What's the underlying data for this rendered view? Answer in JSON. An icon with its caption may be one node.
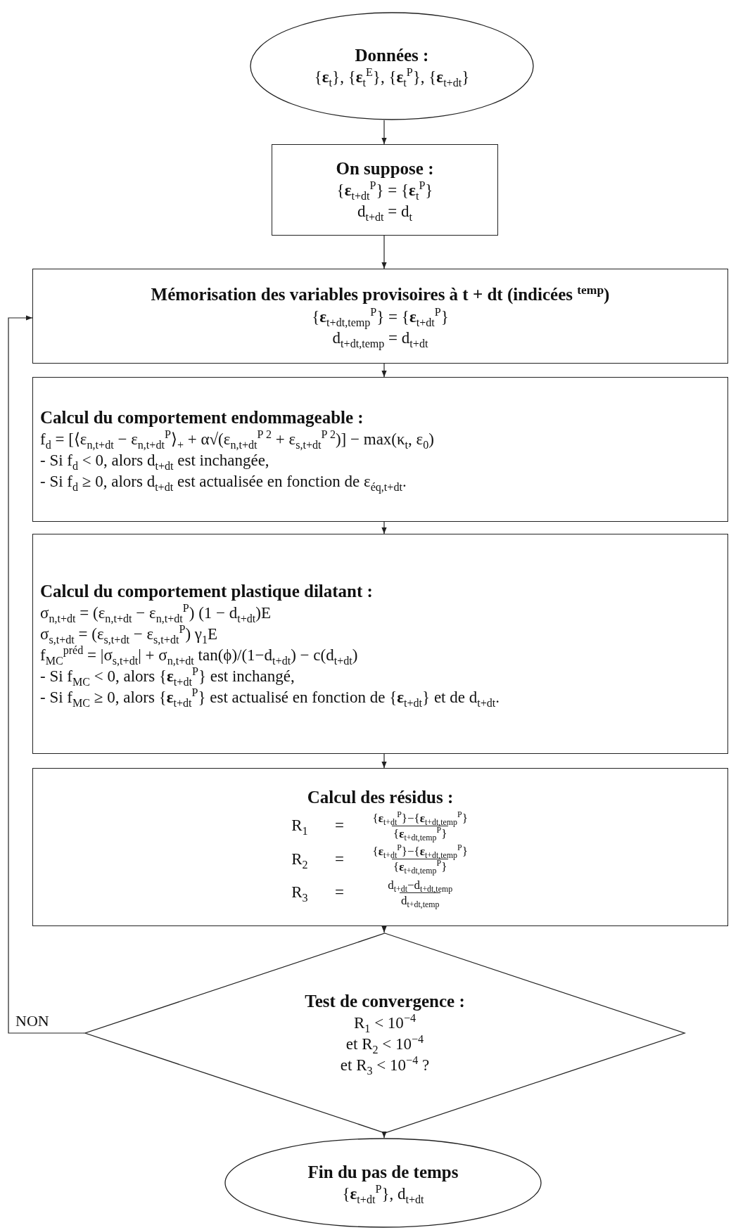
{
  "diagram": {
    "nodes": [
      {
        "text": [
          "Données :",
          "{**ε**$_{t}$}, {**ε**$_{t}$$^{E}$}, {**ε**$_{t}$$^{P}$}, {**ε**$_{t+dt}$}"
        ]
      },
      {
        "text": [
          "On suppose :",
          "{**ε**$_{t+dt}$$^{P}$} = {**ε**$_{t}$$^{P}$}",
          "d$_{t+dt}$ = d$_{t}$"
        ]
      },
      {
        "text": [
          "Mémorisation des variables provisoires à t + dt (indicées $^{temp}$)",
          "{**ε**$_{t+dt,temp}$$^{P}$} = {**ε**$_{t+dt}$$^{P}$}",
          "d$_{t+dt,temp}$ = d$_{t+dt}$"
        ]
      },
      {
        "text": [
          "Calcul du comportement endommageable :",
          "f$_{d}$ = [⟨ε$_{n,t+dt}$ − ε$_{n,t+dt}$$^{P}$⟩$_{+}$ + α√(ε$_{n,t+dt}$$^{P 2}$ + ε$_{s,t+dt}$$^{P 2}$)] − max(κ$_{t}$, ε$_{0}$)",
          "- Si f$_{d}$ < 0, alors d$_{t+dt}$ est inchangée,",
          "- Si f$_{d}$ ≥ 0, alors d$_{t+dt}$ est actualisée en fonction de ε$_{éq,t+dt}$."
        ]
      },
      {
        "text": [
          "Calcul du comportement plastique dilatant :",
          "σ$_{n,t+dt}$ = (ε$_{n,t+dt}$ − ε$_{n,t+dt}$$^{P}$) (1 − d$_{t+dt}$)E",
          "σ$_{s,t+dt}$ = (ε$_{s,t+dt}$ − ε$_{s,t+dt}$$^{P}$) γ$_{1}$E",
          "f$_{MC}$$^{préd}$ = |σ$_{s,t+dt}$| + σ$_{n,t+dt}$ tan(ϕ)/(1−d$_{t+dt}$) − c(d$_{t+dt}$)",
          "- Si f$_{MC}$ < 0, alors {**ε**$_{t+dt}$$^{P}$} est inchangé,",
          "- Si f$_{MC}$ ≥ 0, alors {**ε**$_{t+dt}$$^{P}$} est actualisé en fonction de {**ε**$_{t+dt}$} et de d$_{t+dt}$."
        ]
      },
      {
        "text": [
          "Calcul des résidus :",
          "R$_{1}$",
          "=",
          "{**ε**$_{t+dt}$$^{P}$}−{**ε**$_{t+dt,temp}$$^{P}$}",
          "{**ε**$_{t+dt,temp}$$^{P}$}",
          "R$_{2}$",
          "=",
          "{**ε**$_{t+dt}$$^{P}$}−{**ε**$_{t+dt,temp}$$^{P}$}",
          "{**ε**$_{t+dt,temp}$$^{P}$}",
          "R$_{3}$",
          "=",
          "d$_{t+dt}$−d$_{t+dt,temp}$",
          "d$_{t+dt,temp}$"
        ]
      },
      {
        "text": [
          "Test de convergence :",
          "R$_{1}$ < 10$^{−4}$",
          "et R$_{2}$ < 10$^{−4}$",
          "et R$_{3}$ < 10$^{−4}$ ?"
        ]
      },
      {
        "text": [
          "Fin du pas de temps",
          "{**ε**$_{t+dt}$$^{P}$}, d$_{t+dt}$"
        ]
      }
    ],
    "edges": [
      {
        "from": 0,
        "to": 1,
        "arrow": "to"
      },
      {
        "from": 1,
        "to": 2,
        "arrow": "to"
      },
      {
        "from": 2,
        "to": 3,
        "arrow": "to"
      },
      {
        "from": 3,
        "to": 4,
        "arrow": "to"
      },
      {
        "from": 4,
        "to": 5,
        "arrow": "to"
      },
      {
        "from": 5,
        "to": 6,
        "arrow": "to"
      },
      {
        "from": 6,
        "to": 7,
        "arrow": "to"
      },
      {
        "from": 6,
        "to": 2,
        "arrow": "to",
        "label": "NON"
      }
    ]
  }
}
